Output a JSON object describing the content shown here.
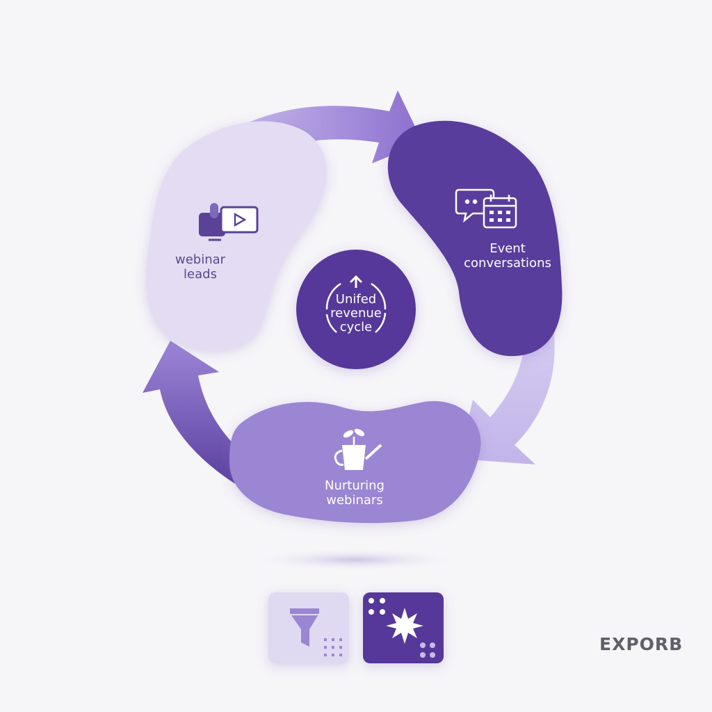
{
  "diagram": {
    "center": {
      "lines": [
        "Unifed",
        "revenue",
        "cycle"
      ],
      "icon": "arrow-up-cycle-icon"
    },
    "nodes": [
      {
        "id": "webinar-leads",
        "lines": [
          "webinar",
          "leads"
        ],
        "icon": "microphone-video-icon"
      },
      {
        "id": "event-conversations",
        "lines": [
          "Event",
          "conversations"
        ],
        "icon": "chat-calendar-icon"
      },
      {
        "id": "nurturing-webinars",
        "lines": [
          "Nurturing",
          "webinars"
        ],
        "icon": "watering-can-sprout-icon"
      }
    ],
    "bottom_tiles": [
      {
        "icon": "funnel-icon"
      },
      {
        "icon": "starburst-icon"
      }
    ]
  },
  "brand": {
    "text": "EXPORB"
  },
  "colors": {
    "light_lavender": "#e3dcf3",
    "mid_purple": "#9a86d3",
    "deep_purple": "#583d9c",
    "center_purple": "#553999",
    "background": "#f6f5f8"
  }
}
